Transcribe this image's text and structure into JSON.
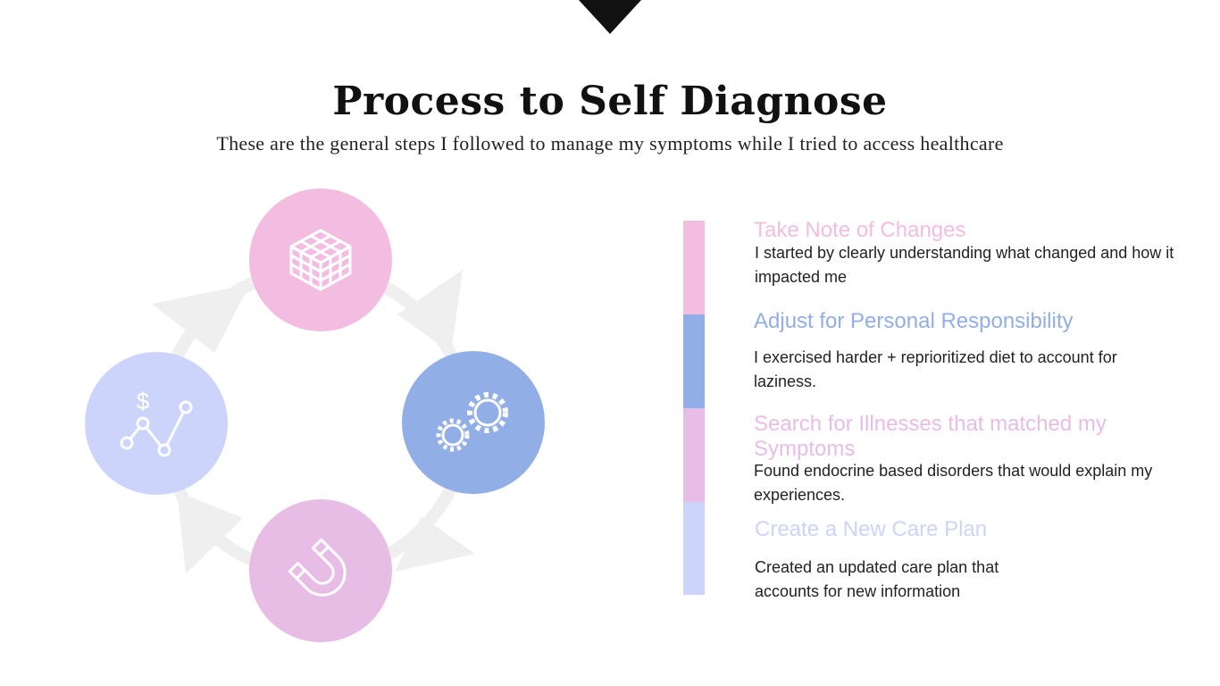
{
  "header": {
    "title": "Process to Self Diagnose",
    "subtitle": "These are the general steps I followed to manage my symptoms while I tried to access healthcare"
  },
  "colors": {
    "pink": "#f2bde0",
    "blue": "#92aee6",
    "mauve": "#e7bde6",
    "lavender": "#ccd4fc",
    "arrow_ring": "#efefef",
    "marker": "#111111",
    "icon_stroke": "#ffffff"
  },
  "cycle": {
    "nodes": [
      {
        "name": "grid-cube",
        "icon": "grid-cube-icon",
        "color": "#f2bde0"
      },
      {
        "name": "gears",
        "icon": "gears-icon",
        "color": "#92aee6"
      },
      {
        "name": "magnet",
        "icon": "magnet-icon",
        "color": "#e7bde6"
      },
      {
        "name": "chart",
        "icon": "dollar-line-chart-icon",
        "color": "#ccd4fc"
      }
    ],
    "dollar_glyph": "$"
  },
  "steps": [
    {
      "title": "Take Note of Changes",
      "description": "I started by clearly understanding what changed and how it impacted me",
      "color": "#f2bde0"
    },
    {
      "title": "Adjust for Personal Responsibility",
      "description": "I exercised harder + reprioritized diet to account for laziness.",
      "color": "#92aee6"
    },
    {
      "title": "Search for Illnesses that matched my Symptoms",
      "description": "Found endocrine based disorders that would explain my experiences.",
      "color": "#e7bde6"
    },
    {
      "title": "Create a New Care Plan",
      "description": "Created an updated care plan that accounts for new information",
      "color": "#ccd4fc"
    }
  ]
}
